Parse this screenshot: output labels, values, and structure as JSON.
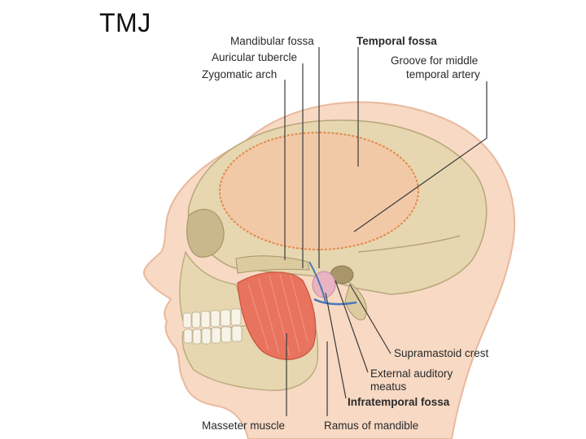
{
  "slide": {
    "title": "TMJ"
  },
  "labels": {
    "mandibular_fossa": "Mandibular fossa",
    "temporal_fossa": "Temporal fossa",
    "auricular_tubercle": "Auricular tubercle",
    "zygomatic_arch": "Zygomatic arch",
    "groove_line1": "Groove for middle",
    "groove_line2": "temporal artery",
    "supramastoid_crest": "Supramastoid crest",
    "eam_line1": "External auditory",
    "eam_line2": "meatus",
    "infratemporal_fossa": "Infratemporal fossa",
    "masseter_muscle": "Masseter muscle",
    "ramus_of_mandible": "Ramus of mandible"
  },
  "colors": {
    "skin": "#f7d9c4",
    "skin_edge": "#e9b99c",
    "bone": "#e6d7b0",
    "bone_shadow": "#c9b88c",
    "temporal_fossa": "#f2c9a6",
    "temporal_fossa_edge": "#e3894f",
    "muscle": "#e8735e",
    "muscle_light": "#f2a08e",
    "artery": "#4a78b8",
    "teeth": "#f7f3e6"
  }
}
